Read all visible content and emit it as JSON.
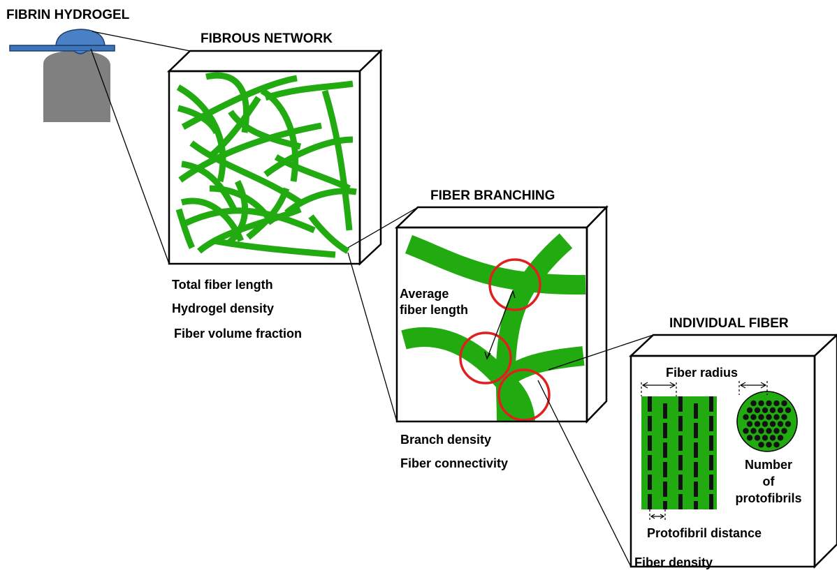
{
  "colors": {
    "fiber": "#22AA11",
    "fiber_dark": "#111111",
    "branch_circle": "#E02020",
    "hydrogel": "#3E74B8",
    "holder": "#808080",
    "outline": "#000000"
  },
  "labels": {
    "fibrin_hydrogel": "FIBRIN HYDROGEL",
    "fibrous_network": "FIBROUS NETWORK",
    "fiber_branching": "FIBER BRANCHING",
    "individual_fiber": "INDIVIDUAL FIBER",
    "network_props": [
      "Total fiber length",
      "Hydrogel density",
      "Fiber volume fraction"
    ],
    "avg_fiber_length": [
      "Average",
      "fiber length"
    ],
    "branch_props": [
      "Branch density",
      "Fiber connectivity"
    ],
    "fiber_radius": "Fiber radius",
    "number_of_protofibrils": [
      "Number",
      "of",
      "protofibrils"
    ],
    "protofibril_distance": "Protofibril distance",
    "fiber_density": "Fiber density"
  }
}
